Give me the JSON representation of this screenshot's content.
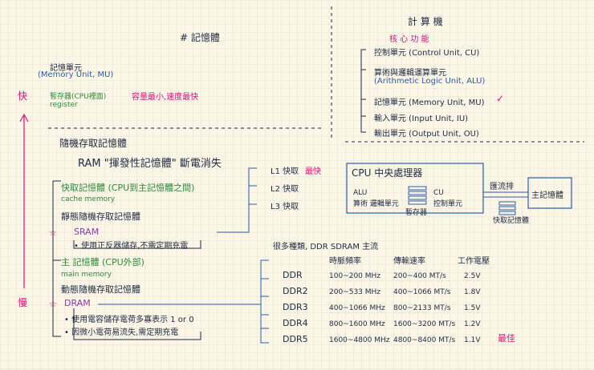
{
  "left": {
    "title": "# 記憶體",
    "memory_unit_zh": "記憶單元",
    "memory_unit_en": "(Memory Unit, MU)",
    "register_zh": "暫存器(CPU裡面)",
    "register_note": "容量最小,速度最快",
    "register_en": "register",
    "fast_label": "快",
    "slow_label": "慢",
    "random_access_title": "隨機存取記憶體",
    "ram_line": "RAM \"揮發性記憶體\" 斷電消失",
    "cache_zh": "快取記憶體 (CPU到主記憶體之間)",
    "cache_en": "cache memory",
    "static_ram": "靜態隨機存取記憶體",
    "sram": "SRAM",
    "sram_note": "• 使用正反器儲存,不需定期充電",
    "main_zh": "主 記憶體 (CPU外部)",
    "main_en": "main memory",
    "dynamic_ram": "動態隨機存取記憶體",
    "dram": "DRAM",
    "dram_note1": "• 使用電容儲存電荷多寡表示 1 or 0",
    "dram_note2": "• 因微小電荷易流失,需定期充電",
    "cache_levels": [
      "L1 快取",
      "L2 快取",
      "L3 快取"
    ],
    "fastest_tag": "最快"
  },
  "right": {
    "title": "計 算 機",
    "core": "核 心 功 能",
    "items": [
      "控制單元 (Control Unit, CU)",
      "算術與邏輯運算單元",
      "(Arithmetic Logic Unit, ALU)",
      "記憶單元 (Memory Unit, MU)",
      "輸入單元 (Input Unit, IU)",
      "輸出單元 (Output Unit, OU)"
    ],
    "check": "✓"
  },
  "cpu_diagram": {
    "cpu_title": "CPU 中央處理器",
    "alu": "ALU",
    "alu_zh": "算術 邏輯單元",
    "cu": "CU",
    "cu_zh": "控制單元",
    "register": "暫存器",
    "pipeline": "匯流排",
    "main_memory": "主記憶體",
    "fast_mem": "快取記憶體"
  },
  "ddr_table": {
    "caption": "很多種類, DDR SDRAM 主流",
    "headers": [
      "時脈頻率",
      "傳輸速率",
      "工作電壓"
    ],
    "rows": [
      {
        "name": "DDR",
        "clock": "100~200 MHz",
        "rate": "200~400 MT/s",
        "volt": "2.5V"
      },
      {
        "name": "DDR2",
        "clock": "200~533 MHz",
        "rate": "400~1066 MT/s",
        "volt": "1.8V"
      },
      {
        "name": "DDR3",
        "clock": "400~1066 MHz",
        "rate": "800~2133 MT/s",
        "volt": "1.5V"
      },
      {
        "name": "DDR4",
        "clock": "800~1600 MHz",
        "rate": "1600~3200 MT/s",
        "volt": "1.2V"
      },
      {
        "name": "DDR5",
        "clock": "1600~4800 MHz",
        "rate": "4800~8400 MT/s",
        "volt": "1.1V"
      }
    ],
    "best": "最佳"
  }
}
